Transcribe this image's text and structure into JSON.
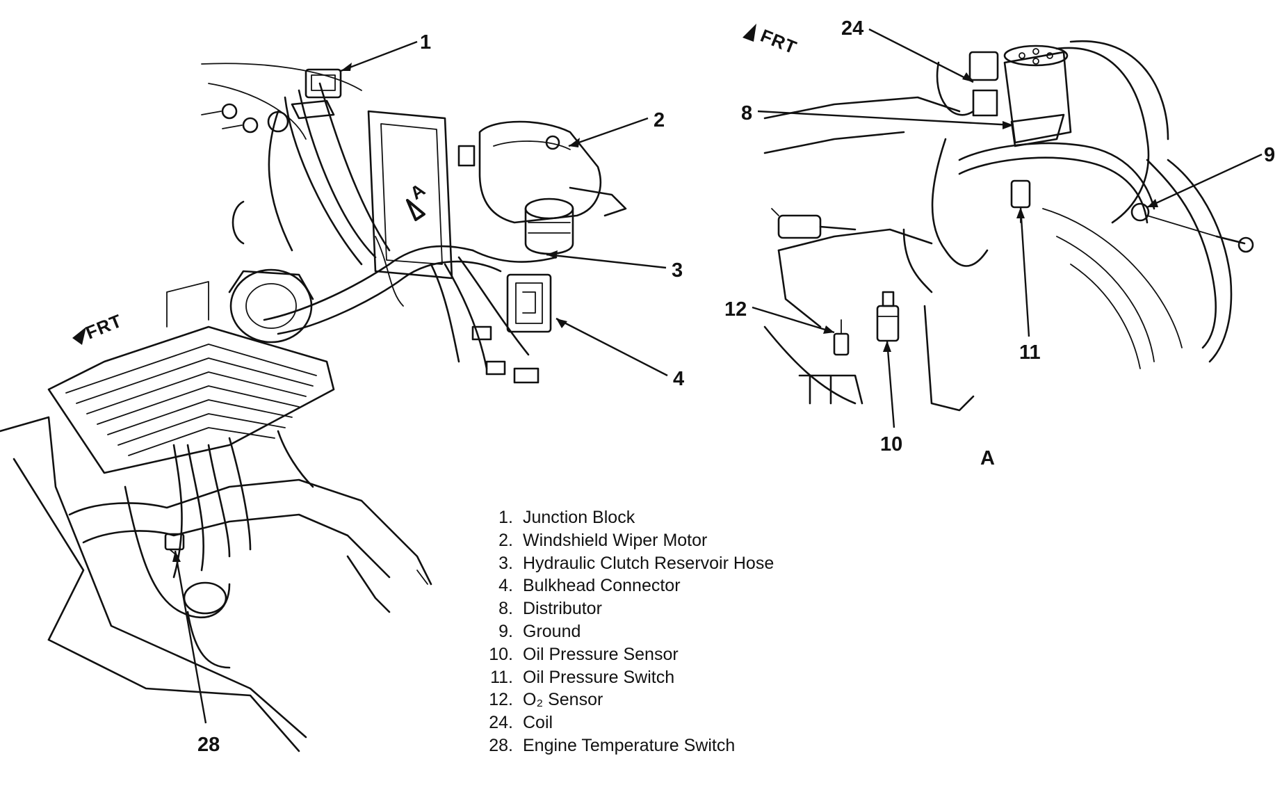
{
  "views": {
    "main": {
      "frt_label": "FRT"
    },
    "inset": {
      "frt_label": "FRT",
      "view_label": "A"
    },
    "view_ref_label": "A"
  },
  "callouts": [
    {
      "id": "1",
      "text": "1"
    },
    {
      "id": "2",
      "text": "2"
    },
    {
      "id": "3",
      "text": "3"
    },
    {
      "id": "4",
      "text": "4"
    },
    {
      "id": "28",
      "text": "28"
    },
    {
      "id": "24",
      "text": "24"
    },
    {
      "id": "8",
      "text": "8"
    },
    {
      "id": "9",
      "text": "9"
    },
    {
      "id": "12",
      "text": "12"
    },
    {
      "id": "11",
      "text": "11"
    },
    {
      "id": "10",
      "text": "10"
    }
  ],
  "legend": [
    {
      "num": "1.",
      "label": "Junction Block"
    },
    {
      "num": "2.",
      "label": "Windshield Wiper Motor"
    },
    {
      "num": "3.",
      "label": "Hydraulic Clutch Reservoir Hose"
    },
    {
      "num": "4.",
      "label": "Bulkhead Connector"
    },
    {
      "num": "8.",
      "label": "Distributor"
    },
    {
      "num": "9.",
      "label": "Ground"
    },
    {
      "num": "10.",
      "label": "Oil Pressure Sensor"
    },
    {
      "num": "11.",
      "label": "Oil Pressure Switch"
    },
    {
      "num": "12.",
      "label": "O₂ Sensor"
    },
    {
      "num": "24.",
      "label": "Coil"
    },
    {
      "num": "28.",
      "label": "Engine Temperature Switch"
    }
  ]
}
